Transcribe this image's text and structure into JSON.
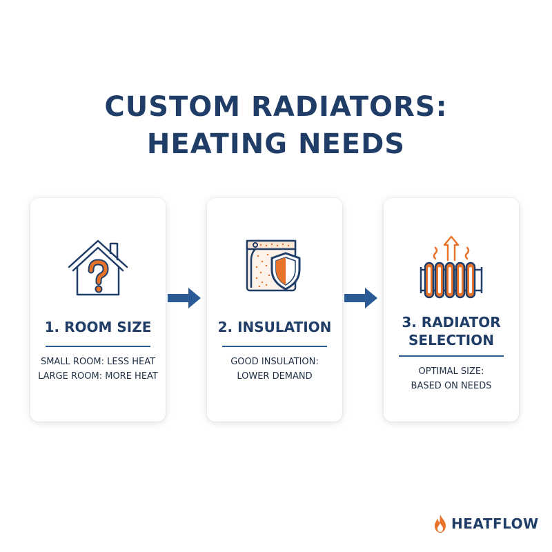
{
  "title": {
    "line1": "CUSTOM RADIATORS:",
    "line2": "HEATING NEEDS"
  },
  "steps": [
    {
      "title_lines": [
        "1. ROOM SIZE"
      ],
      "desc_lines": [
        "SMALL ROOM: LESS HEAT",
        "LARGE ROOM: MORE HEAT"
      ],
      "icon": "house-question-icon"
    },
    {
      "title_lines": [
        "2. INSULATION"
      ],
      "desc_lines": [
        "GOOD INSULATION:",
        "LOWER DEMAND"
      ],
      "icon": "insulated-wall-shield-icon"
    },
    {
      "title_lines": [
        "3. RADIATOR",
        "SELECTION"
      ],
      "desc_lines": [
        "OPTIMAL SIZE:",
        "BASED ON NEEDS"
      ],
      "icon": "radiator-heat-icon"
    }
  ],
  "connectors": [
    "arrow-right-icon",
    "arrow-right-icon"
  ],
  "brand": {
    "name": "HEATFLOW",
    "icon": "flame-icon"
  },
  "colors": {
    "navy": "#1f3d66",
    "blue": "#2a5a96",
    "orange": "#e8742c"
  }
}
